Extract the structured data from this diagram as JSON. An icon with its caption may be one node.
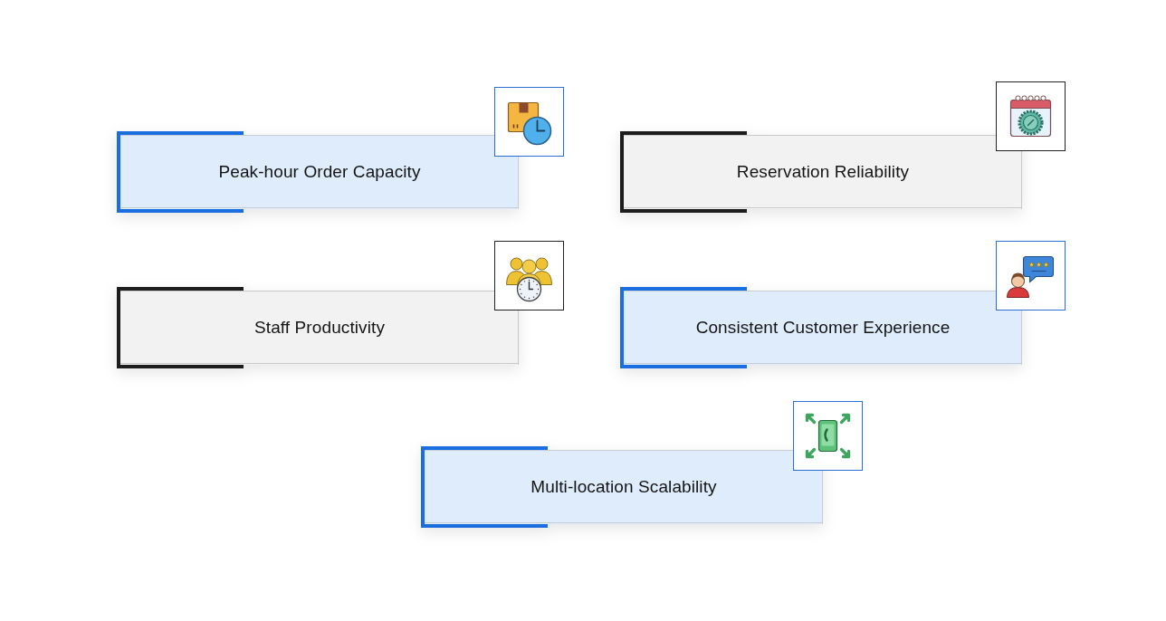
{
  "diagram": {
    "nodes": [
      {
        "text": [
          "Peak-hour Order Capacity"
        ]
      },
      {
        "text": [
          "Reservation Reliability"
        ]
      },
      {
        "text": [
          "Staff Productivity"
        ]
      },
      {
        "text": [
          "Consistent Customer Experience"
        ]
      },
      {
        "text": [
          "Multi-location Scalability"
        ]
      }
    ]
  }
}
